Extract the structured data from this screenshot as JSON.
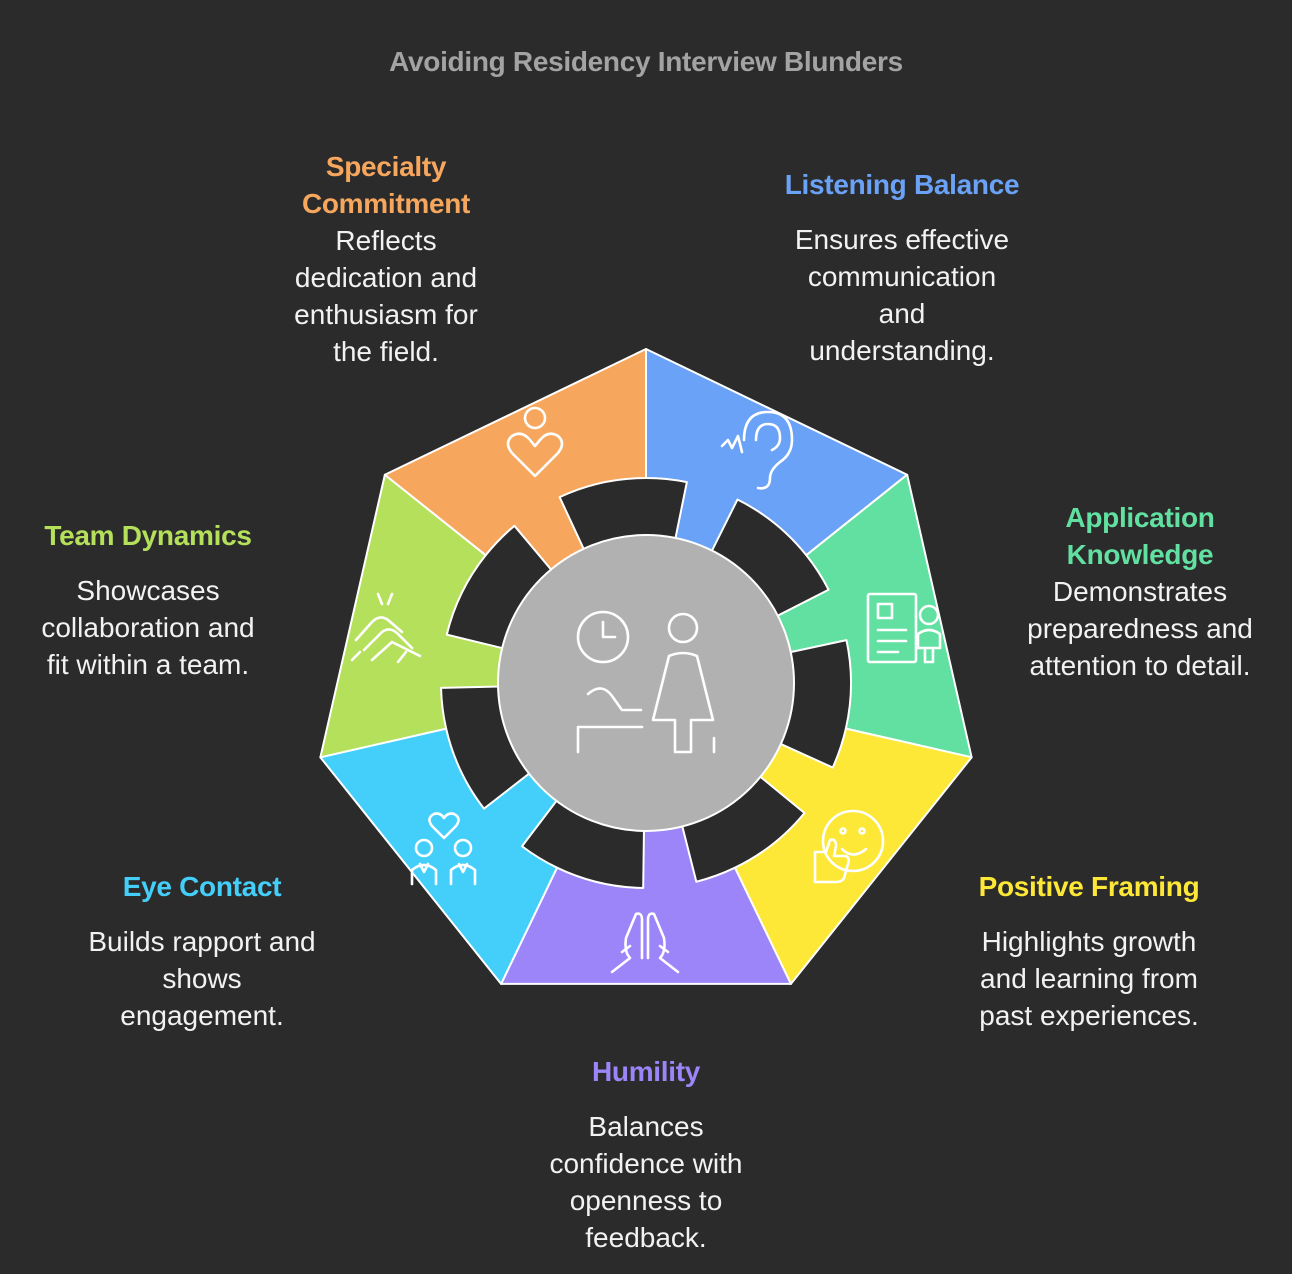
{
  "title": "Avoiding Residency Interview Blunders",
  "center_icon": "interview-person-clock-icon",
  "center_color": "#b1b1b1",
  "segments": [
    {
      "id": "listening-balance",
      "heading": "Listening Balance",
      "description": "Ensures effective communication and understanding.",
      "desc_lines": [
        "Ensures effective",
        "communication",
        "and",
        "understanding."
      ],
      "color": "#6aa2f7",
      "icon": "ear-icon"
    },
    {
      "id": "application-knowledge",
      "heading_lines": [
        "Application",
        "Knowledge"
      ],
      "desc_lines": [
        "Demonstrates",
        "preparedness and",
        "attention to detail."
      ],
      "color": "#62e0a1",
      "icon": "resume-person-icon"
    },
    {
      "id": "positive-framing",
      "heading": "Positive Framing",
      "desc_lines": [
        "Highlights growth",
        "and learning from",
        "past experiences."
      ],
      "color": "#fde737",
      "icon": "thumbs-up-smiley-icon"
    },
    {
      "id": "humility",
      "heading": "Humility",
      "desc_lines": [
        "Balances",
        "confidence with",
        "openness to",
        "feedback."
      ],
      "color": "#9b85f8",
      "icon": "praying-hands-icon"
    },
    {
      "id": "eye-contact",
      "heading": "Eye Contact",
      "desc_lines": [
        "Builds rapport and",
        "shows",
        "engagement."
      ],
      "color": "#43cffa",
      "icon": "two-people-heart-icon"
    },
    {
      "id": "team-dynamics",
      "heading": "Team Dynamics",
      "desc_lines": [
        "Showcases",
        "collaboration and",
        "fit within a team."
      ],
      "color": "#b5e05b",
      "icon": "stacked-hands-icon"
    },
    {
      "id": "specialty-commitment",
      "heading_lines": [
        "Specialty",
        "Commitment"
      ],
      "desc_lines": [
        "Reflects",
        "dedication and",
        "enthusiasm for",
        "the field."
      ],
      "color": "#f7a75d",
      "icon": "person-heart-icon"
    }
  ],
  "heading_colors": {
    "listening-balance": "#6aa2f7",
    "application-knowledge": "#62e0a1",
    "positive-framing": "#fde737",
    "humility": "#9b85f8",
    "eye-contact": "#43cffa",
    "team-dynamics": "#b5e05b",
    "specialty-commitment": "#f7a75d"
  }
}
